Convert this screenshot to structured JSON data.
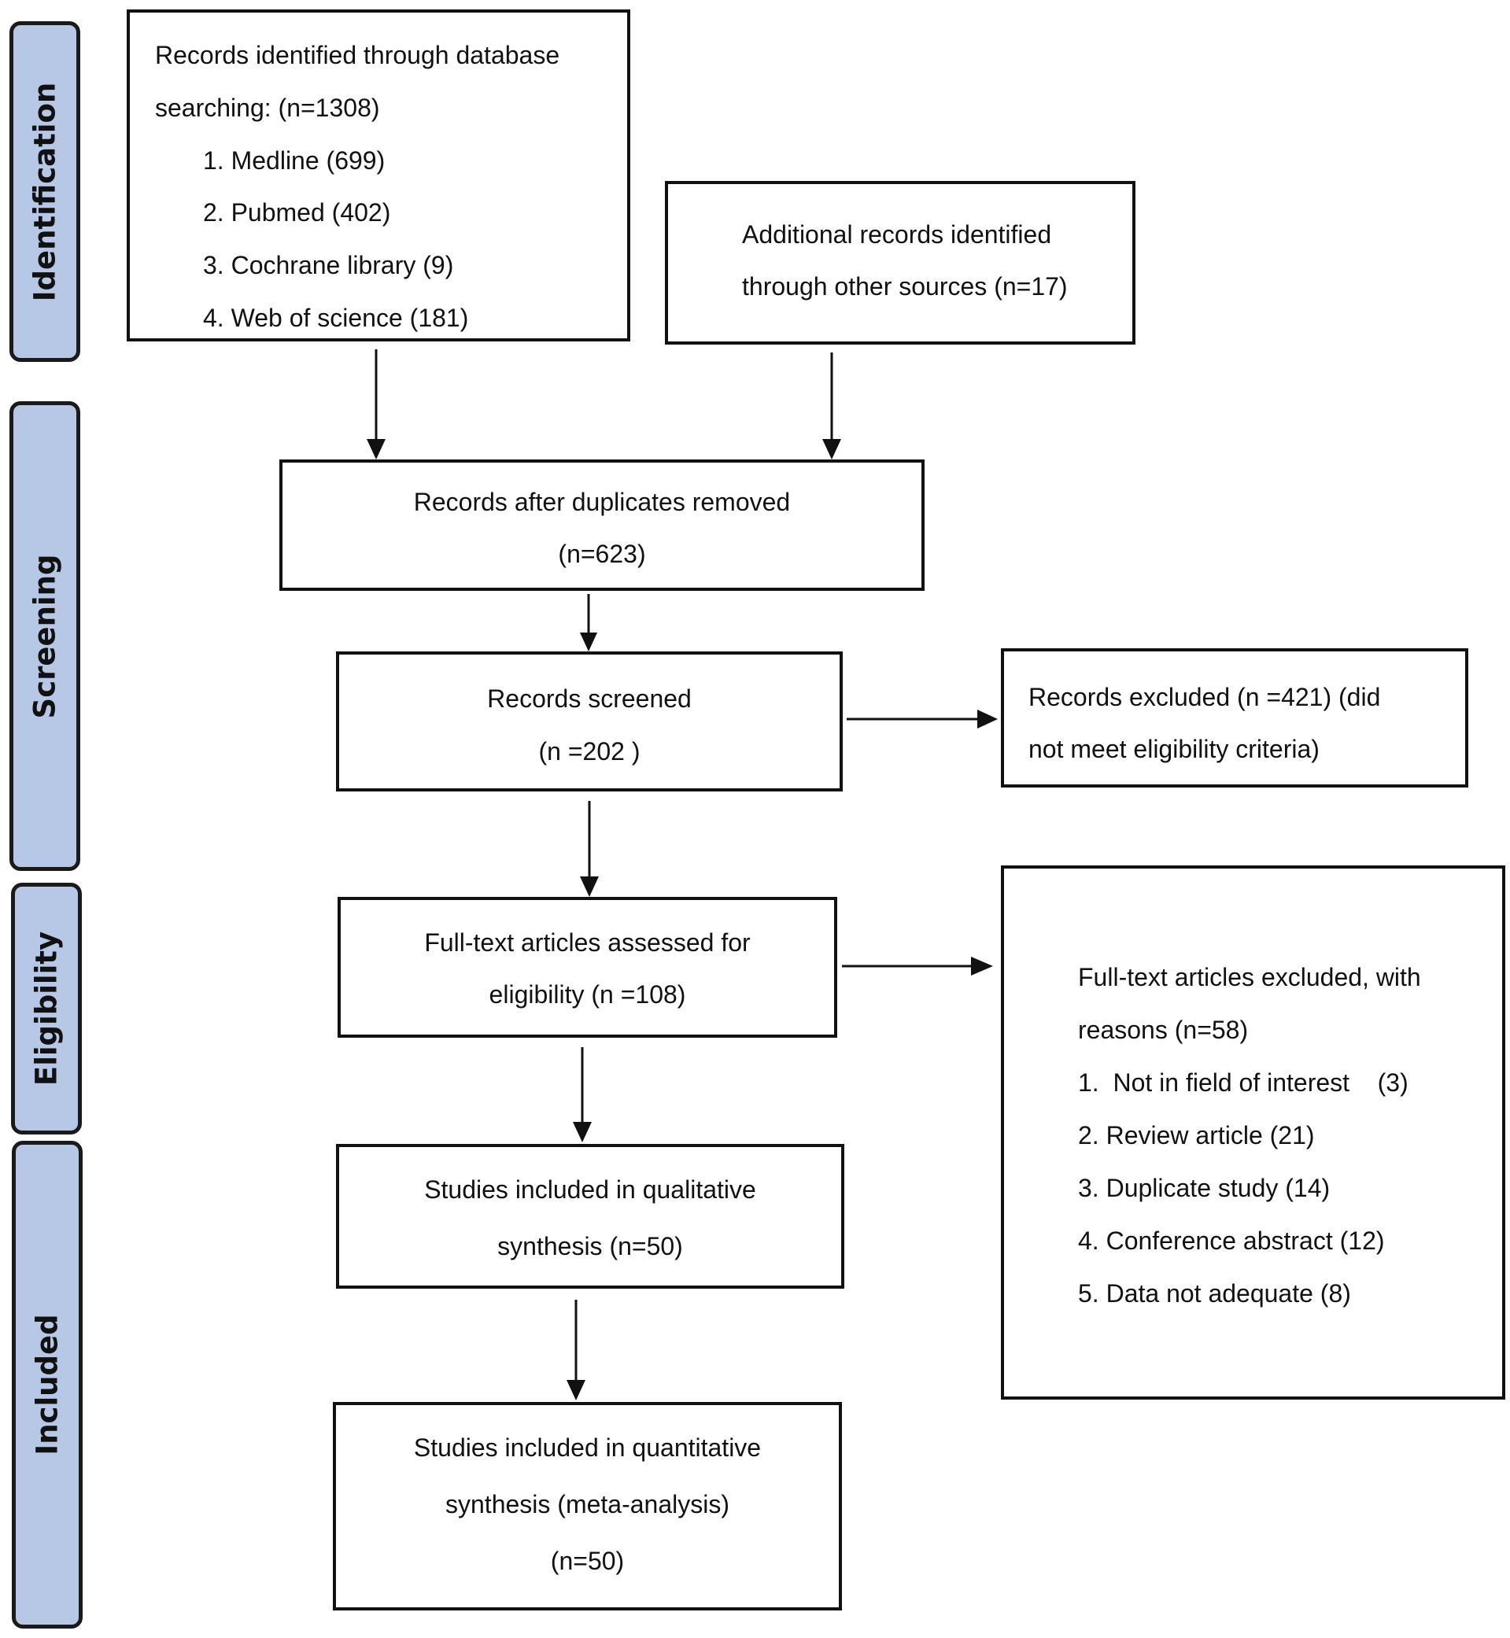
{
  "stages": {
    "identification": "Identification",
    "screening": "Screening",
    "eligibility": "Eligibility",
    "included": "Included"
  },
  "identified": {
    "line1": "Records identified through database",
    "line2": "searching: (n=1308)",
    "sources": [
      "1.  Medline (699)",
      "2.  Pubmed (402)",
      "3.  Cochrane library (9)",
      "4.  Web of science (181)"
    ]
  },
  "additional": {
    "line1": "Additional records identified",
    "line2": "through other sources (n=17)"
  },
  "duplicates": {
    "line1": "Records after duplicates removed",
    "line2": "(n=623)"
  },
  "screened": {
    "line1": "Records screened",
    "line2": "(n =202 )"
  },
  "excluded": {
    "line1": "Records excluded (n =421) (did",
    "line2": "not meet eligibility criteria)"
  },
  "fulltext": {
    "line1": "Full-text articles assessed for",
    "line2": "eligibility (n =108)"
  },
  "fulltext_excluded": {
    "line1": "Full-text articles excluded, with",
    "line2": "reasons (n=58)",
    "reasons": [
      "1.  Not in field of interest    (3)",
      "2.  Review article (21)",
      "3.  Duplicate study (14)",
      "4.  Conference abstract (12)",
      "5.  Data not adequate (8)"
    ]
  },
  "qualitative": {
    "line1": "Studies included in qualitative",
    "line2": "synthesis (n=50)"
  },
  "quantitative": {
    "line1": "Studies included in quantitative",
    "line2": "synthesis (meta-analysis)",
    "line3": "(n=50)"
  }
}
